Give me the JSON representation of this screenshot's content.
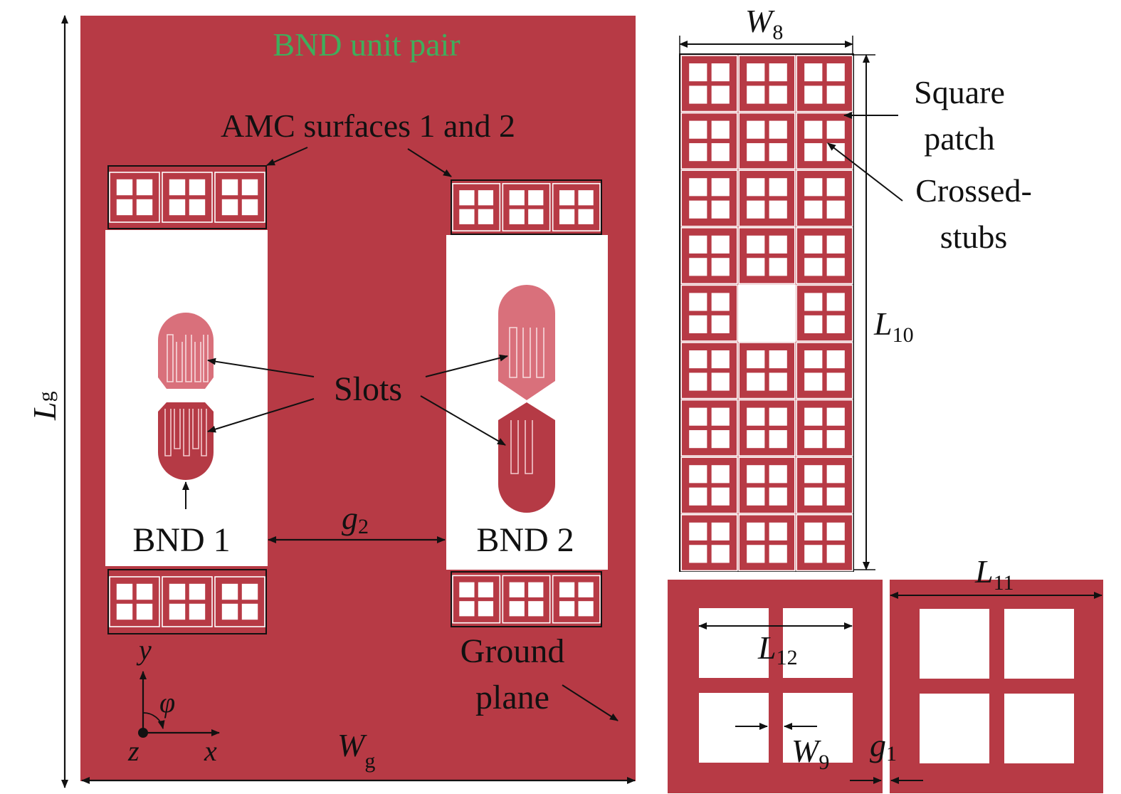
{
  "colors": {
    "board": "#b73a45",
    "slot": "#f3c9cd",
    "white": "#ffffff",
    "line": "#111111",
    "title": "#3fae5c",
    "light_patch": "#d9707b",
    "dark_patch": "#b53a45"
  },
  "main_view": {
    "title": "BND unit pair",
    "amc_label": "AMC surfaces 1 and 2",
    "slots_label": "Slots",
    "bnd1_label": "BND 1",
    "bnd2_label": "BND 2",
    "ground_label_1": "Ground",
    "ground_label_2": "plane",
    "dim_g2": {
      "sym": "g",
      "sub": "2"
    },
    "dim_Lg": {
      "sym": "L",
      "sub": "g"
    },
    "dim_Wg": {
      "sym": "W",
      "sub": "g"
    },
    "axes": {
      "y": "y",
      "x": "x",
      "z": "z",
      "phi": "φ"
    }
  },
  "amc_view": {
    "dim_W8": {
      "sym": "W",
      "sub": "8"
    },
    "dim_L10": {
      "sym": "L",
      "sub": "10"
    },
    "square_patch_1": "Square",
    "square_patch_2": "patch",
    "crossed_stubs_1": "Crossed-",
    "crossed_stubs_2": "stubs"
  },
  "unit_cell_view": {
    "dim_L11": {
      "sym": "L",
      "sub": "11"
    },
    "dim_L12": {
      "sym": "L",
      "sub": "12"
    },
    "dim_W9": {
      "sym": "W",
      "sub": "9"
    },
    "dim_g1": {
      "sym": "g",
      "sub": "1"
    }
  }
}
